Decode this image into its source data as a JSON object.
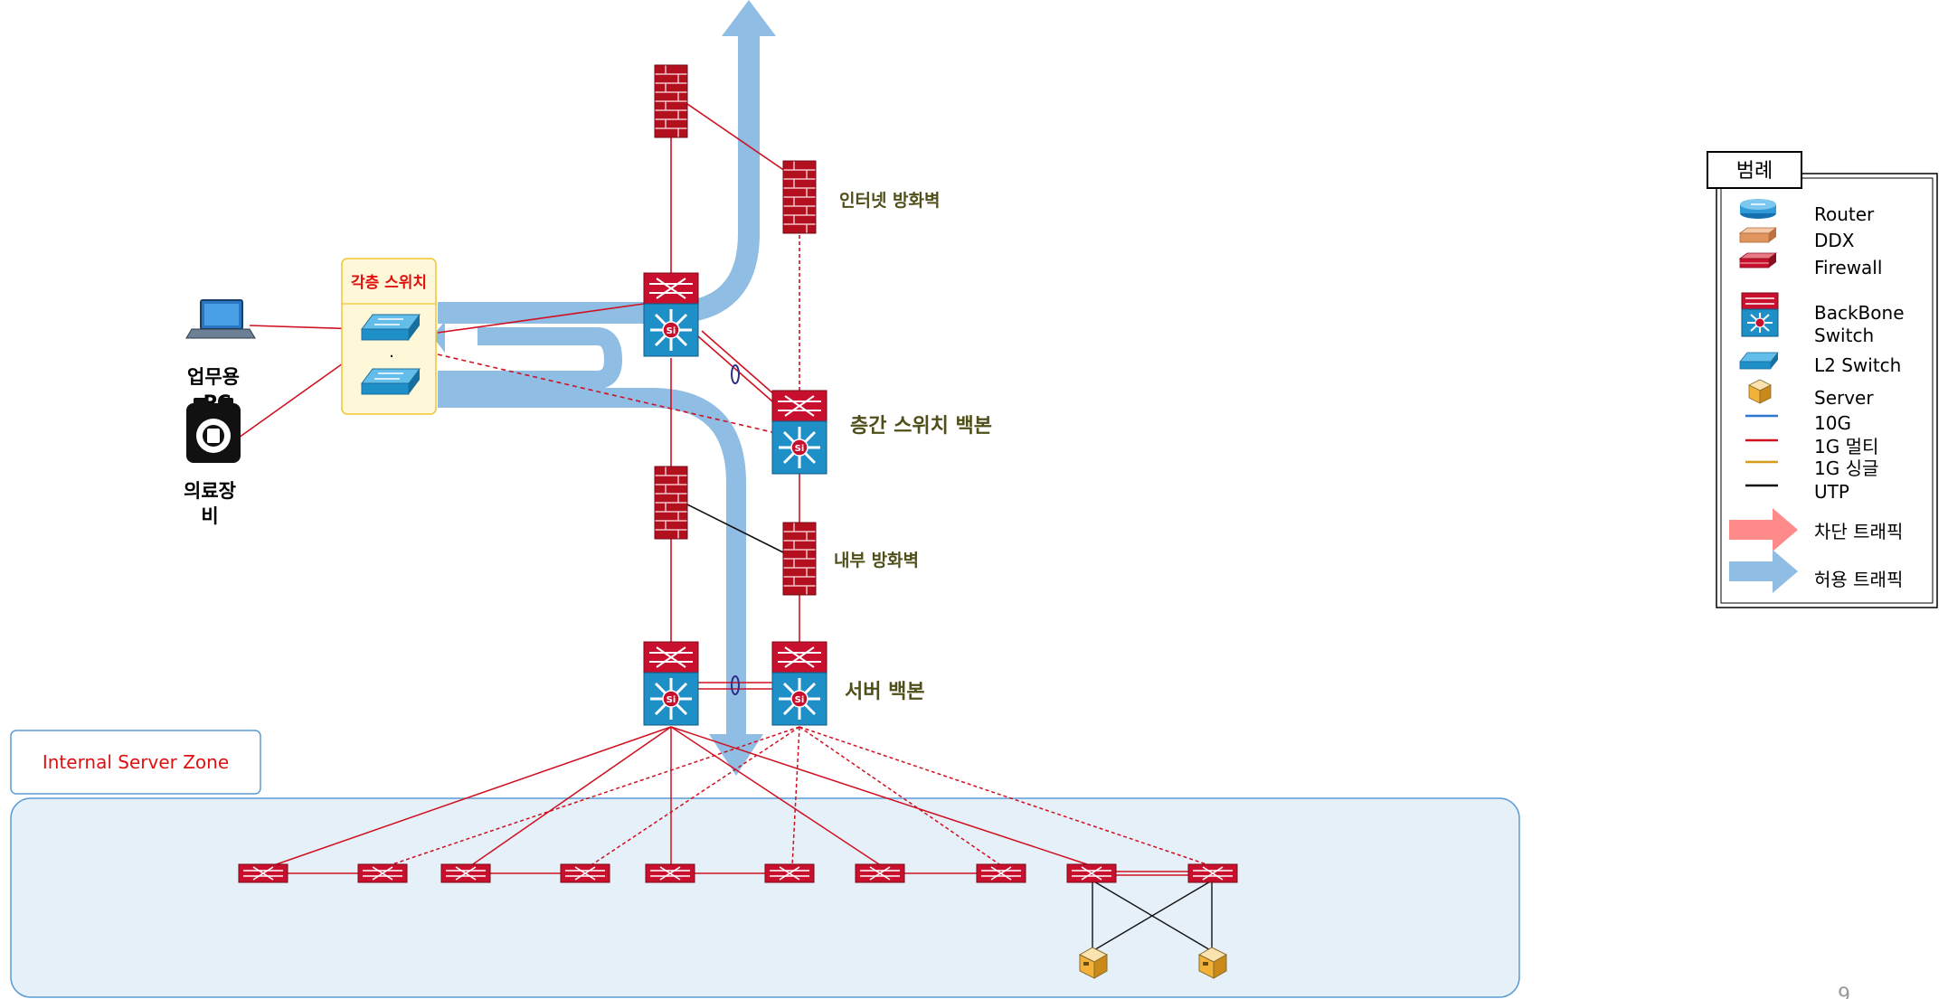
{
  "labels": {
    "internet_firewall": "인터넷 방화벽",
    "floor_backbone": "층간 스위치 백본",
    "internal_firewall": "내부 방화벽",
    "server_backbone": "서버 백본",
    "floor_switches": "각층 스위치",
    "office_pc_line1": "업무용",
    "office_pc_line2": "PC",
    "medical_line1": "의료장",
    "medical_line2": "비",
    "switch_dots": "·",
    "server_zone": "Internal Server Zone",
    "page_number": "9"
  },
  "legend": {
    "title": "범례",
    "items": [
      {
        "icon": "router-icon",
        "label": "Router"
      },
      {
        "icon": "ddx-icon",
        "label": "DDX"
      },
      {
        "icon": "firewall-icon",
        "label": "Firewall"
      },
      {
        "icon": "backbone-switch-icon",
        "label": "BackBone"
      },
      {
        "icon": "",
        "label": "Switch"
      },
      {
        "icon": "l2-switch-icon",
        "label": "L2 Switch"
      },
      {
        "icon": "server-icon",
        "label": "Server"
      },
      {
        "icon": "line-10g",
        "label": "10G",
        "color": "#2e75d0"
      },
      {
        "icon": "line-1g-multi",
        "label": "1G 멀티",
        "color": "#d01020"
      },
      {
        "icon": "line-1g-single",
        "label": "1G 싱글",
        "color": "#d89a1a"
      },
      {
        "icon": "line-utp",
        "label": "UTP",
        "color": "#111111"
      },
      {
        "icon": "blocked-arrow",
        "label": "차단 트래픽",
        "color": "#ff8a8a"
      },
      {
        "icon": "allowed-arrow",
        "label": "허용 트래픽",
        "color": "#8fbde3"
      }
    ]
  },
  "colors": {
    "device_red": "#c8102e",
    "switch_blue": "#1f8fc8",
    "traffic_blue": "#8fbde3",
    "zone_fill": "#e6f0f9",
    "zone_border": "#5b9bd5",
    "label_olive": "#4f4f1a",
    "link_red": "#d01020"
  }
}
